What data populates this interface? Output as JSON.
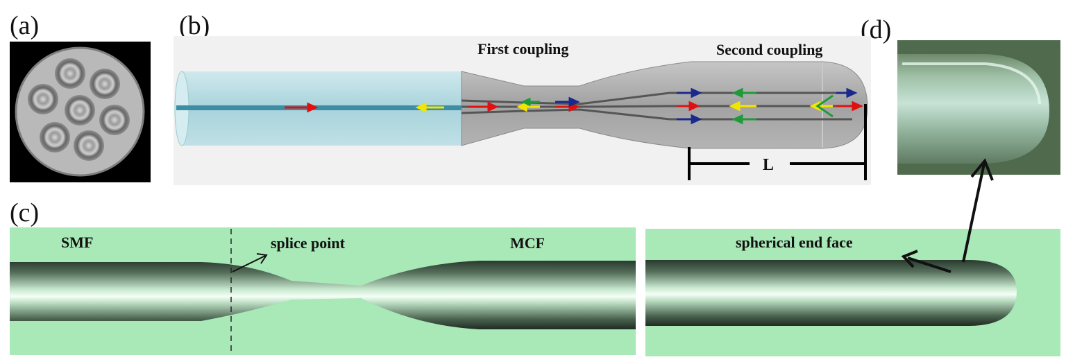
{
  "panels": {
    "a": {
      "label": "(a)"
    },
    "b": {
      "label": "(b)",
      "first_coupling": "First coupling",
      "second_coupling": "Second coupling",
      "length_label": "L"
    },
    "c": {
      "label": "(c)",
      "smf": "SMF",
      "splice_point": "splice point",
      "mcf": "MCF",
      "spherical_end_face": "spherical end face"
    },
    "d": {
      "label": "(d)"
    }
  },
  "colors": {
    "arrow_red": "#e01010",
    "arrow_yellow": "#f2e600",
    "arrow_green": "#1f9a3a",
    "arrow_blue": "#1a2a8c",
    "microscope_bg": "#a9e8b7",
    "fiber_glass": "#b8dde4",
    "fiber_taper": "#a9a9a9"
  }
}
